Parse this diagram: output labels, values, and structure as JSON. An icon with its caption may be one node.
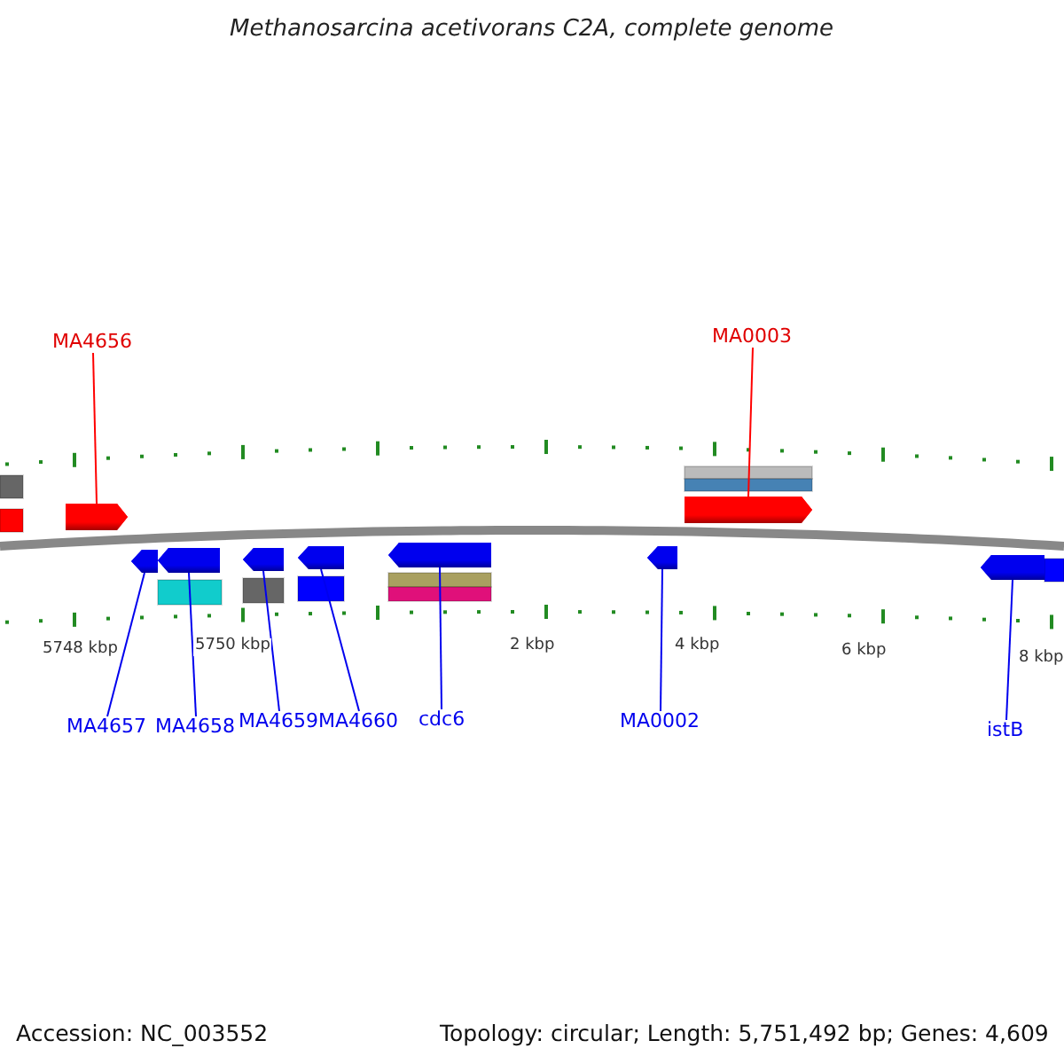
{
  "diagram": {
    "title": "Methanosarcina acetivorans C2A, complete genome",
    "nodes": [
      {
        "text": [
          "MA4656"
        ]
      },
      {
        "text": [
          "MA0003"
        ]
      },
      {
        "text": [],
        "shape": "bar"
      },
      {
        "text": [],
        "shape": "bar"
      },
      {
        "text": [],
        "shape": "bar"
      },
      {
        "text": [],
        "shape": "bar"
      },
      {
        "text": [],
        "shape": "bar"
      },
      {
        "text": [],
        "shape": "bar"
      },
      {
        "text": [],
        "shape": "bar"
      },
      {
        "text": [],
        "shape": "bar"
      },
      {
        "text": [],
        "shape": "bar"
      },
      {
        "text": [
          "MA4657"
        ]
      },
      {
        "text": [
          "MA4658"
        ]
      },
      {
        "text": [
          "MA4659"
        ]
      },
      {
        "text": [
          "MA4660"
        ]
      },
      {
        "text": [
          "cdc6"
        ]
      },
      {
        "text": [
          "MA0002"
        ]
      },
      {
        "text": [
          "istB"
        ]
      }
    ],
    "edges": [
      {
        "from": 0,
        "to": 2,
        "arrow": "none",
        "color": "#ff0000"
      },
      {
        "from": 1,
        "to": 3,
        "arrow": "none",
        "color": "#ff0000"
      },
      {
        "from": 11,
        "to": 4,
        "arrow": "none"
      },
      {
        "from": 12,
        "to": 5,
        "arrow": "none"
      },
      {
        "from": 13,
        "to": 6,
        "arrow": "none"
      },
      {
        "from": 14,
        "to": 7,
        "arrow": "none"
      },
      {
        "from": 15,
        "to": 8,
        "arrow": "none"
      },
      {
        "from": 16,
        "to": 9,
        "arrow": "none"
      },
      {
        "from": 17,
        "to": 10,
        "arrow": "none"
      }
    ],
    "labels": [
      "5748 kbp",
      "5750 kbp",
      "2 kbp",
      "4 kbp",
      "6 kbp",
      "8 kbp",
      "Accession: NC_003552",
      "Topology: circular; Length: 5,751,492 bp; Genes: 4,609"
    ]
  }
}
